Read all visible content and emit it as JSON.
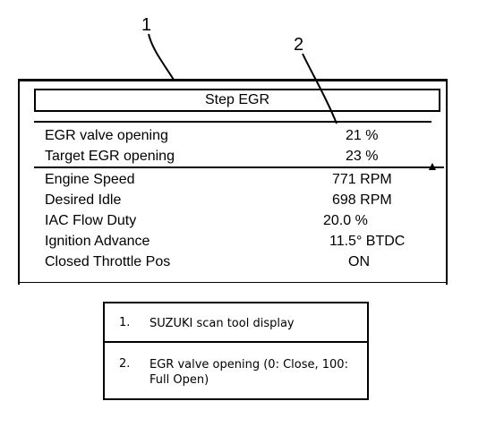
{
  "callouts": [
    {
      "number": "1"
    },
    {
      "number": "2"
    }
  ],
  "screen": {
    "title": "Step EGR",
    "scroll_indicator": "▲",
    "rows": [
      {
        "label": "EGR valve opening",
        "value": "21 %"
      },
      {
        "label": "Target EGR opening",
        "value": "23 %"
      },
      {
        "label": "Engine Speed",
        "value": "771 RPM"
      },
      {
        "label": "Desired Idle",
        "value": "698 RPM"
      },
      {
        "label": "IAC Flow Duty",
        "value": "20.0 %"
      },
      {
        "label": "Ignition Advance",
        "value": "11.5° BTDC"
      },
      {
        "label": "Closed Throttle Pos",
        "value": "ON"
      }
    ]
  },
  "legend": {
    "items": [
      {
        "number": "1.",
        "text": "SUZUKI scan tool display"
      },
      {
        "number": "2.",
        "text": "EGR valve opening (0: Close, 100: Full Open)"
      }
    ]
  }
}
